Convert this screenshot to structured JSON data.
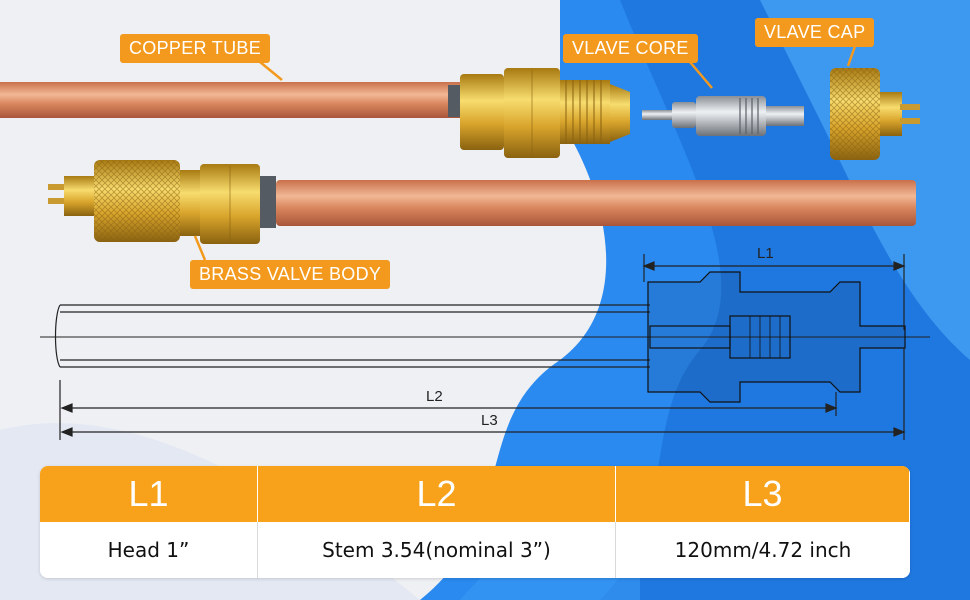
{
  "callouts": {
    "copper_tube": "COPPER TUBE",
    "valve_core": "VLAVE CORE",
    "valve_cap": "VLAVE CAP",
    "brass_valve_body": "BRASS VALVE BODY"
  },
  "dimensions": {
    "l1": "L1",
    "l2": "L2",
    "l3": "L3"
  },
  "spec_table": {
    "headers": [
      "L1",
      "L2",
      "L3"
    ],
    "values": [
      "Head 1”",
      "Stem 3.54(nominal 3”)",
      "120mm/4.72 inch"
    ]
  },
  "colors": {
    "accent_orange": "#f39a1e",
    "header_orange": "#f7a21a",
    "background_blue": "#1e7fe6",
    "copper": "#d98a5e",
    "brass": "#e2b23a"
  }
}
